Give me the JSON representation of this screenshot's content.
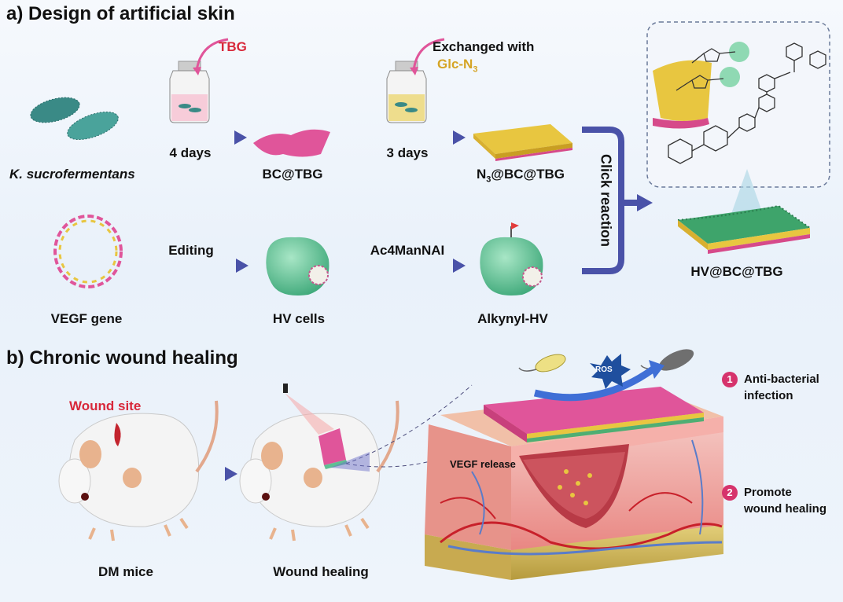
{
  "panel_a": {
    "title": "a) Design of artificial skin",
    "bacteria_label": "K. sucrofermentans",
    "tbg_label": "TBG",
    "step1_days": "4 days",
    "bc_tbg_label": "BC@TBG",
    "exchange_line1": "Exchanged with",
    "exchange_line2_main": "Glc-N",
    "exchange_line2_sub": "3",
    "step2_days": "3 days",
    "n3_main": "N",
    "n3_sub": "3",
    "n3_rest": "@BC@TBG",
    "click_reaction": "Click reaction",
    "final_label": "HV@BC@TBG",
    "gene_label": "VEGF gene",
    "editing_label": "Editing",
    "hv_cells_label": "HV cells",
    "ac4_label": "Ac4ManNAI",
    "alkynyl_label": "Alkynyl-HV"
  },
  "panel_b": {
    "title": "b) Chronic wound healing",
    "wound_site": "Wound site",
    "dm_mice": "DM mice",
    "wound_healing": "Wound healing",
    "ros": "ROS",
    "vegf_release": "VEGF release",
    "benefit1_num": "1",
    "benefit1_line1": "Anti-bacterial",
    "benefit1_line2": "infection",
    "benefit2_num": "2",
    "benefit2_line1": "Promote",
    "benefit2_line2": "wound healing"
  },
  "colors": {
    "arrow": "#4a52a8",
    "accent_red": "#d8283a",
    "accent_gold": "#d5a425",
    "pink_film": "#e0559a",
    "yellow_film": "#e8c640",
    "green_cell": "#5fbf93"
  }
}
